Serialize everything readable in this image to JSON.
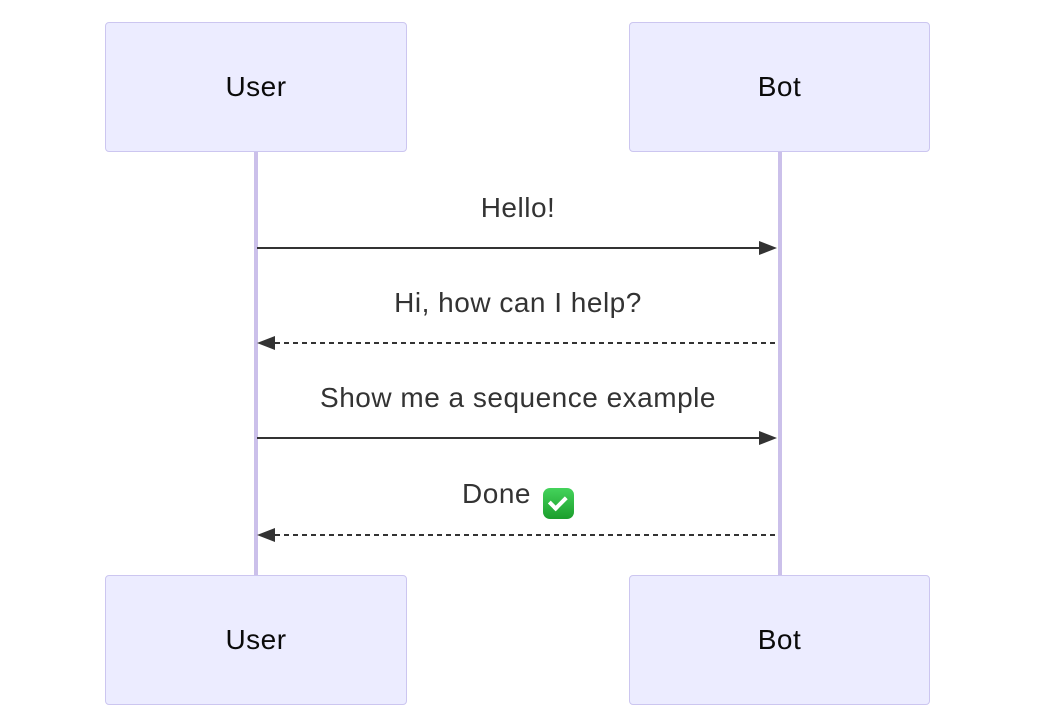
{
  "diagram": {
    "type": "sequence-diagram",
    "actors": [
      {
        "id": "user",
        "label": "User"
      },
      {
        "id": "bot",
        "label": "Bot"
      }
    ],
    "messages": [
      {
        "from": "user",
        "to": "bot",
        "text": "Hello!",
        "line_style": "solid",
        "arrow_direction": "right"
      },
      {
        "from": "bot",
        "to": "user",
        "text": "Hi, how can I help?",
        "line_style": "dashed",
        "arrow_direction": "left"
      },
      {
        "from": "user",
        "to": "bot",
        "text": "Show me a sequence example",
        "line_style": "solid",
        "arrow_direction": "right"
      },
      {
        "from": "bot",
        "to": "user",
        "text": "Done",
        "emoji": "✅",
        "emoji_name": "check-mark-button",
        "line_style": "dashed",
        "arrow_direction": "left"
      }
    ],
    "colors": {
      "background": "#FFFFFF",
      "actor_fill": "#ECECFF",
      "actor_border": "#CCC6F0",
      "actor_text": "#0A0A0A",
      "lifeline": "#CBC0EA",
      "message_line": "#333333",
      "message_text": "#333333",
      "emoji_green_top": "#44D35B",
      "emoji_green_bottom": "#1B9E2C"
    }
  }
}
